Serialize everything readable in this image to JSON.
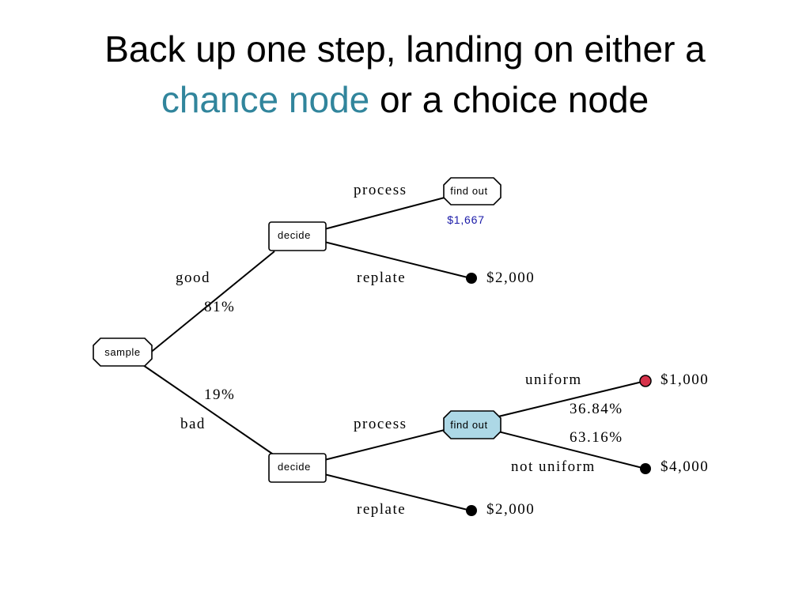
{
  "slide": {
    "title_line1": "Back up one step, landing on either a",
    "title_highlight": "chance node",
    "title_rest": " or a choice node",
    "highlight_color": "#31859C"
  },
  "tree": {
    "root": {
      "label": "sample"
    },
    "decide_top": {
      "label": "decide"
    },
    "decide_bottom": {
      "label": "decide"
    },
    "findout_top": {
      "label": "find out",
      "value": "$1,667"
    },
    "findout_bottom": {
      "label": "find out",
      "fill": "#ADD8E6"
    },
    "branches": {
      "good": "good",
      "good_prob": "81%",
      "bad": "bad",
      "bad_prob": "19%",
      "top_process": "process",
      "top_replate": "replate",
      "bottom_process": "process",
      "bottom_replate": "replate",
      "uniform": "uniform",
      "uniform_prob": "36.84%",
      "not_uniform": "not uniform",
      "not_uniform_prob": "63.16%"
    },
    "payoffs": {
      "top_replate": "$2,000",
      "uniform": "$1,000",
      "not_uniform": "$4,000",
      "bottom_replate": "$2,000"
    },
    "terminal_colors": {
      "default": "#000000",
      "highlight": "#D6324A"
    }
  }
}
